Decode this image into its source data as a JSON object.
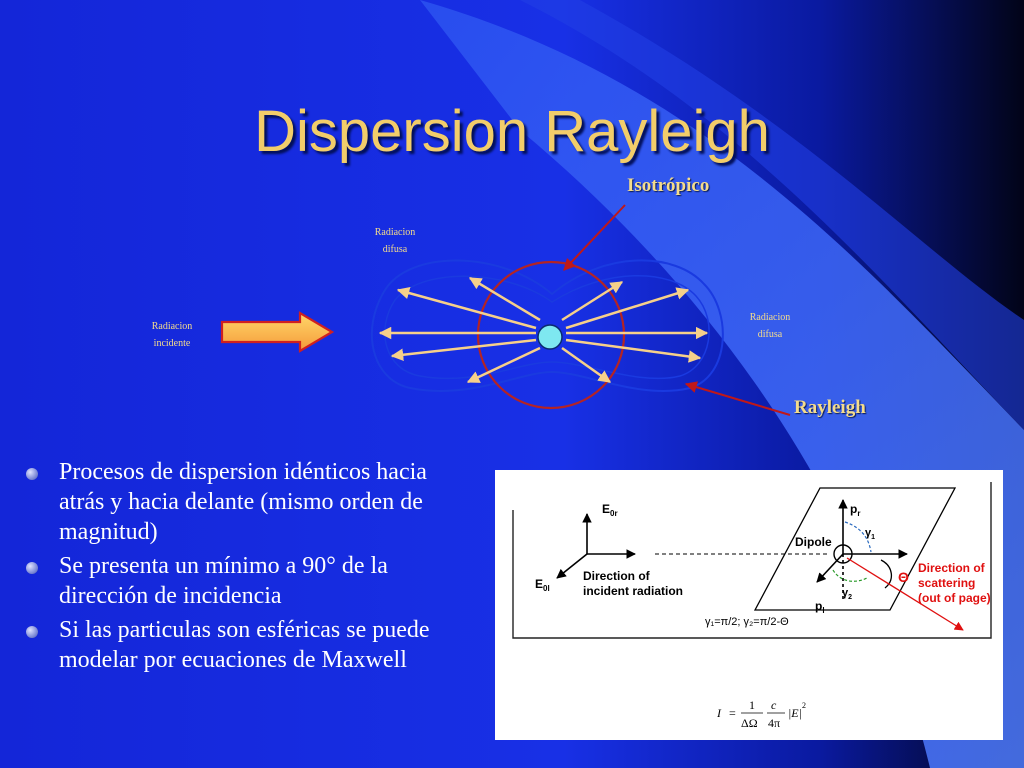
{
  "slide": {
    "title": "Dispersion Rayleigh"
  },
  "diagram": {
    "isotropic_label": "Isotrópico",
    "rayleigh_label": "Rayleigh",
    "incident_label_line1": "Radiacion",
    "incident_label_line2": "incidente",
    "diffuse_top_line1": "Radiacion",
    "diffuse_top_line2": "difusa",
    "diffuse_right_line1": "Radiacion",
    "diffuse_right_line2": "difusa",
    "colors": {
      "arrow": "#f6d08a",
      "circle": "#b42424",
      "lobe": "#1a3ae0",
      "dipole": "#7ee8f0",
      "pointer": "#c01818"
    }
  },
  "bullets": [
    "Procesos de dispersion idénticos hacia atrás y hacia delante (mismo orden de magnitud)",
    "Se presenta un mínimo a 90° de la dirección de incidencia",
    "Si las particulas son esféricas se puede modelar por ecuaciones de Maxwell"
  ],
  "figure": {
    "e0r": "E",
    "e0r_sub": "0r",
    "e0l": "E",
    "e0l_sub": "0l",
    "direction_line1": "Direction of",
    "direction_line2": "incident radiation",
    "pr": "p",
    "pr_sub": "r",
    "pl": "p",
    "pl_sub": "l",
    "gamma1": "γ",
    "gamma1_sub": "1",
    "gamma2": "γ",
    "gamma2_sub": "2",
    "dipole": "Dipole",
    "theta": "Θ",
    "scatter_line1": "Direction of",
    "scatter_line2": "scattering",
    "scatter_line3": "(out of page)",
    "gamma_eq": "γ₁=π/2; γ₂=π/2-Θ",
    "formula_I": "I",
    "formula_eq": "=",
    "formula_1": "1",
    "formula_dOmega": "ΔΩ",
    "formula_c": "c",
    "formula_4pi": "4π",
    "formula_E": "|E|",
    "formula_sq": "2"
  }
}
